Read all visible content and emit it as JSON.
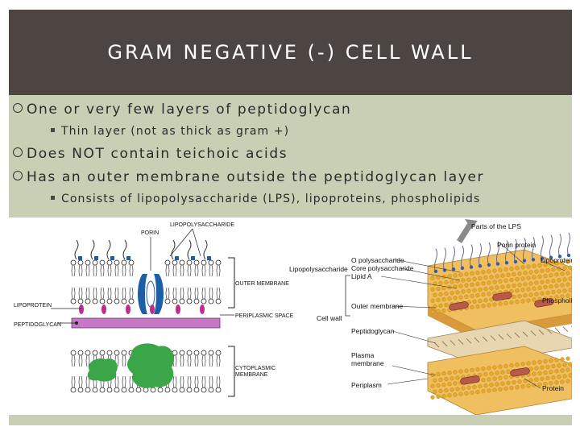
{
  "slide": {
    "title": "GRAM NEGATIVE (-) CELL WALL",
    "bullets": [
      {
        "level": 1,
        "text": "One or very few layers of peptidoglycan"
      },
      {
        "level": 2,
        "text": "Thin layer (not as thick as gram +)"
      },
      {
        "level": 1,
        "text": "Does NOT contain teichoic acids"
      },
      {
        "level": 1,
        "text": "Has an outer membrane outside the peptidoglycan layer"
      },
      {
        "level": 2,
        "text": "Consists of lipopolysaccharide (LPS), lipoproteins, phospholipids"
      }
    ]
  },
  "left_diagram": {
    "labels": {
      "porin": "PORIN",
      "lps": "LIPOPOLYSACCHARIDE",
      "outer_membrane": "OUTER MEMBRANE",
      "lipoprotein": "LIPOPROTEIN",
      "periplasmic_space": "PERIPLASMIC SPACE",
      "peptidoglycan": "PEPTIDOGLYCAN",
      "cytoplasmic_membrane": "CYTOPLASMIC",
      "cytoplasmic_membrane_2": "MEMBRANE"
    }
  },
  "right_diagram": {
    "labels": {
      "parts_of_lps": "Parts of the LPS",
      "porin_protein": "Porin protein",
      "o_polysaccharide": "O polysaccharide",
      "core_polysaccharide": "Core polysaccharide",
      "lipid_a": "Lipid A",
      "lipopolysaccharide": "Lipopolysaccharide",
      "lipoprotein": "Lipoprotein",
      "phospholipid": "Phospholipid",
      "outer_membrane": "Outer membrane",
      "cell_wall": "Cell wall",
      "peptidoglycan": "Peptidoglycan",
      "plasma_membrane": "Plasma",
      "plasma_membrane_2": "membrane",
      "periplasm": "Periplasm",
      "protein": "Protein"
    }
  },
  "colors": {
    "title_bg": "#4d4542",
    "body_bg": "#c8cfb5",
    "peptidoglycan": "#c678c6",
    "protein_green": "#3aa647",
    "porin_blue": "#1d5ea8",
    "lipid_head": "#e8a92a",
    "protein_red": "#b85a4a"
  }
}
